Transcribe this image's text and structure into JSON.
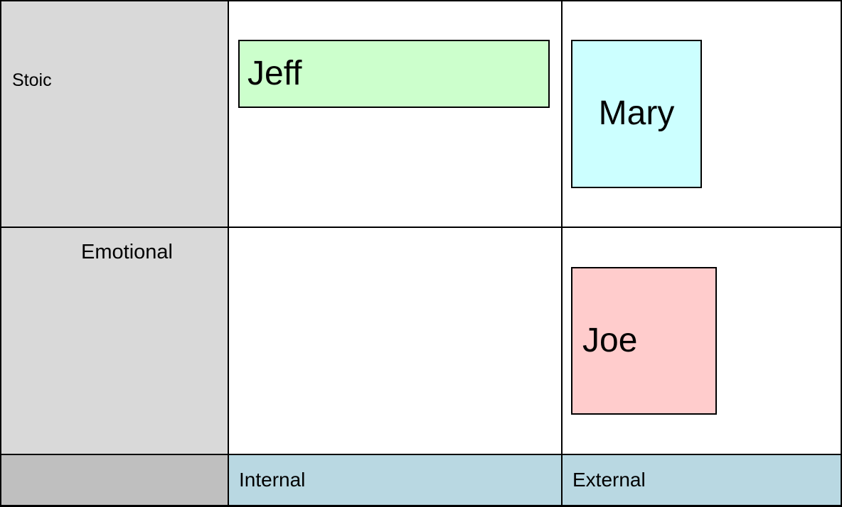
{
  "matrix": {
    "rows": [
      {
        "label": "Stoic"
      },
      {
        "label": "Emotional"
      }
    ],
    "columns": [
      {
        "label": "Internal"
      },
      {
        "label": "External"
      }
    ],
    "items": [
      {
        "name": "Jeff",
        "row": "Stoic",
        "column": "Internal",
        "color": "#ccffcc"
      },
      {
        "name": "Mary",
        "row": "Stoic",
        "column": "External",
        "color": "#ccffff"
      },
      {
        "name": "Joe",
        "row": "Emotional",
        "column": "External",
        "color": "#ffcccc"
      }
    ],
    "colors": {
      "row_header_bg": "#d9d9d9",
      "corner_bg": "#bfbfbf",
      "column_header_bg": "#b9d8e2",
      "grid_border": "#000000",
      "text": "#000000"
    }
  }
}
